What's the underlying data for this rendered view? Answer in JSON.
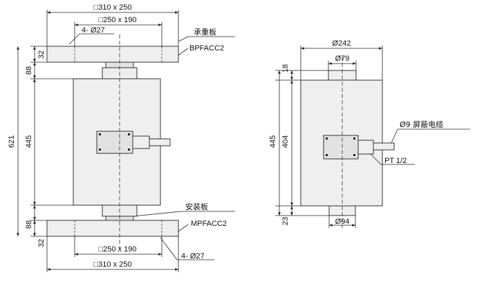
{
  "front_view": {
    "top_plate_outer": "□310 x 250",
    "top_plate_inner": "□250 x 190",
    "top_holes": "4- Ø27",
    "top_plate_name_cn": "承重板",
    "top_plate_model": "BPFACC2",
    "dim_top_thickness": "32",
    "dim_top_block": "88",
    "dim_total_height": "621",
    "dim_body_height": "445",
    "dim_bottom_block": "88",
    "dim_bottom_thickness": "32",
    "bottom_plate_name_cn": "安装板",
    "bottom_plate_model": "MPFACC2",
    "bottom_plate_inner": "□250 x 190",
    "bottom_plate_outer": "□310 x 250",
    "bottom_holes": "4- Ø27"
  },
  "side_view": {
    "body_diameter": "Ø242",
    "top_boss_height": "18",
    "top_boss_diameter": "Ø79",
    "total_height": "445",
    "body_height": "404",
    "cable_label": "Ø9 屏蔽电缆",
    "thread_label": "PT 1/2",
    "bottom_boss_height": "23",
    "bottom_boss_diameter": "Ø94"
  }
}
